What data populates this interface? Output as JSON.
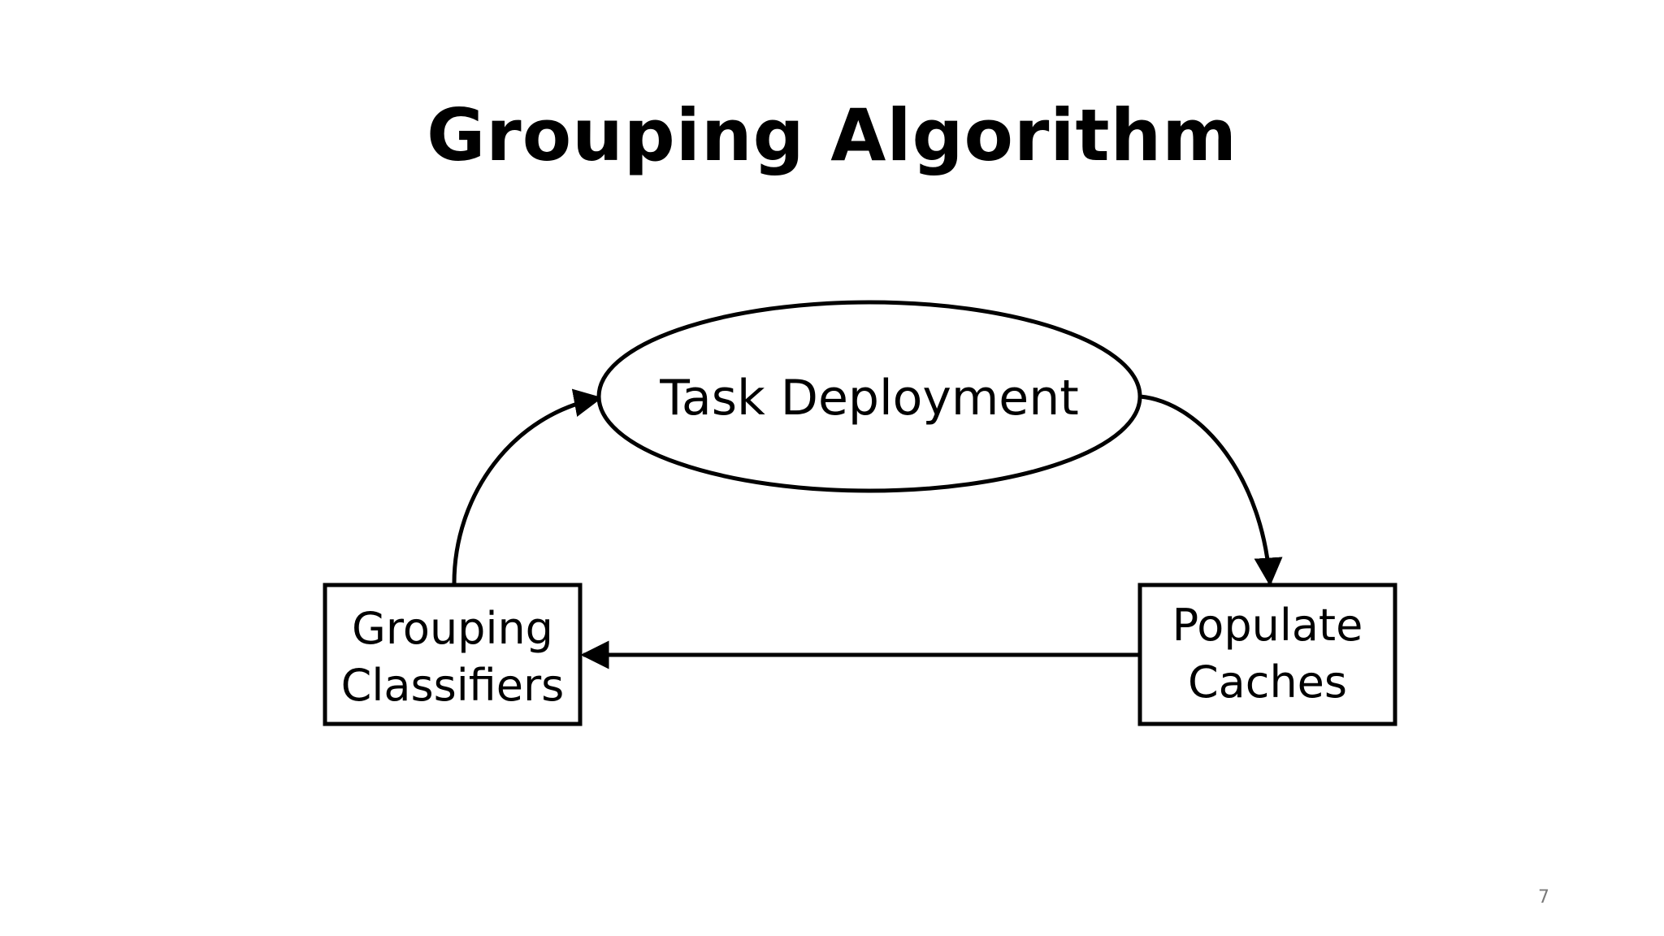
{
  "slide": {
    "title": "Grouping Algorithm",
    "page_number": "7"
  },
  "diagram": {
    "nodes": {
      "task_deployment": {
        "label": "Task Deployment"
      },
      "grouping_classifiers": {
        "line1": "Grouping",
        "line2": "Classifiers"
      },
      "populate_caches": {
        "line1": "Populate",
        "line2": "Caches"
      }
    },
    "edges": [
      {
        "from": "grouping_classifiers",
        "to": "task_deployment"
      },
      {
        "from": "task_deployment",
        "to": "populate_caches"
      },
      {
        "from": "populate_caches",
        "to": "grouping_classifiers"
      }
    ]
  }
}
